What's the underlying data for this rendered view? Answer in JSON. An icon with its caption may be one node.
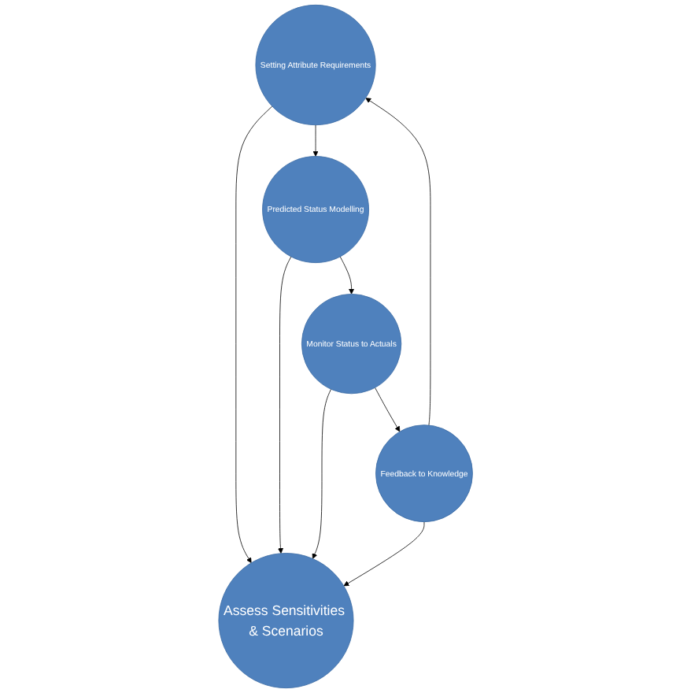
{
  "diagram": {
    "nodes": [
      {
        "text": [
          "Setting Attribute Requirements"
        ]
      },
      {
        "text": [
          "Feedback to Knowledge"
        ]
      },
      {
        "text": [
          "Assess Sensitivities & Scenarios"
        ]
      },
      {
        "text": [
          "Predicted Status Modelling"
        ]
      },
      {
        "text": [
          "Monitor Status to Actuals"
        ]
      }
    ],
    "edges": [
      {
        "from": 0,
        "to": 3,
        "arrow": "to"
      },
      {
        "from": 3,
        "to": 4,
        "arrow": "to"
      },
      {
        "from": 4,
        "to": 1,
        "arrow": "to"
      },
      {
        "from": 1,
        "to": 0,
        "arrow": "to"
      },
      {
        "from": 0,
        "to": 2,
        "arrow": "to"
      },
      {
        "from": 3,
        "to": 2,
        "arrow": "to"
      },
      {
        "from": 4,
        "to": 2,
        "arrow": "to"
      },
      {
        "from": 1,
        "to": 2,
        "arrow": "to"
      }
    ]
  }
}
